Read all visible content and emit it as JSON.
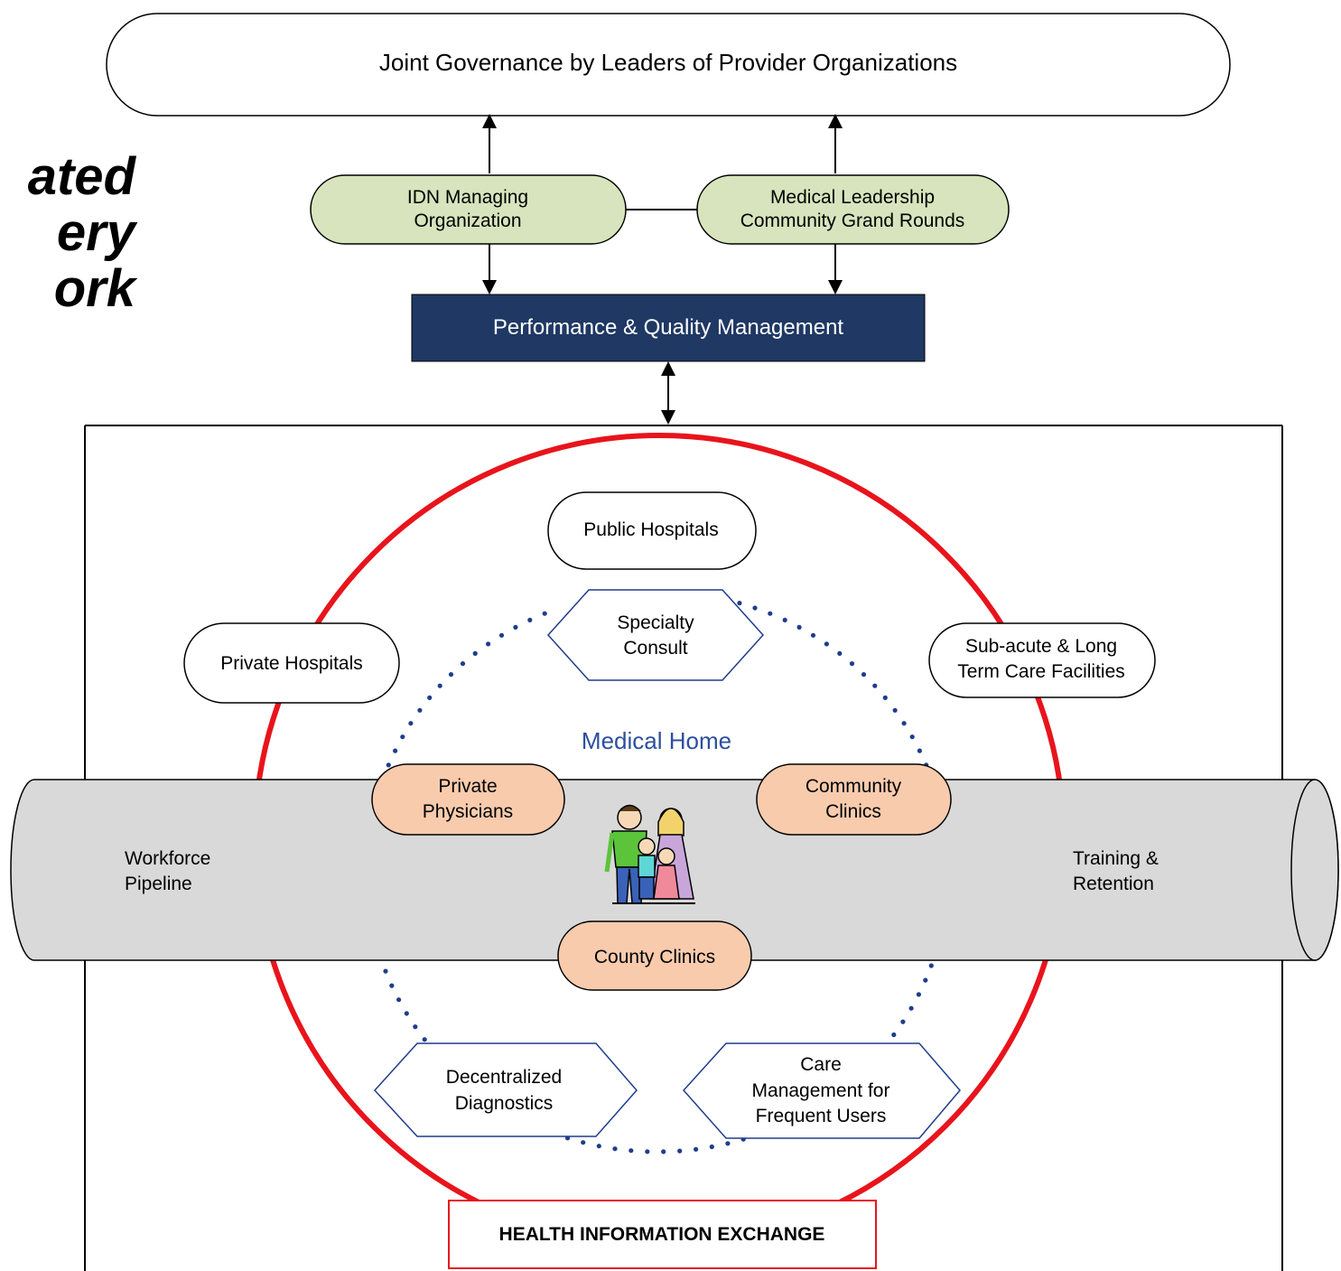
{
  "side_title": {
    "lines": [
      "ated",
      "ery",
      "ork"
    ]
  },
  "governance": {
    "label": "Joint Governance by Leaders of Provider Organizations"
  },
  "idn_org": {
    "line1": "IDN Managing",
    "line2": "Organization"
  },
  "medical_leadership": {
    "line1": "Medical Leadership",
    "line2": "Community Grand Rounds"
  },
  "performance": {
    "label": "Performance & Quality Management"
  },
  "network": {
    "public_hospitals": "Public Hospitals",
    "private_hospitals": "Private Hospitals",
    "subacute": {
      "line1": "Sub-acute & Long",
      "line2": "Term Care Facilities"
    },
    "specialty": {
      "line1": "Specialty",
      "line2": "Consult"
    },
    "medical_home": "Medical Home",
    "private_physicians": {
      "line1": "Private",
      "line2": "Physicians"
    },
    "community_clinics": {
      "line1": "Community",
      "line2": "Clinics"
    },
    "county_clinics": "County Clinics",
    "decentralized": {
      "line1": "Decentralized",
      "line2": "Diagnostics"
    },
    "care_mgmt": {
      "line1": "Care",
      "line2": "Management for",
      "line3": "Frequent Users"
    },
    "hie": "HEALTH INFORMATION EXCHANGE"
  },
  "pipeline": {
    "left": {
      "line1": "Workforce",
      "line2": "Pipeline"
    },
    "right": {
      "line1": "Training &",
      "line2": "Retention"
    }
  },
  "colors": {
    "green_fill": "#d7e4bd",
    "navy": "#1f3864",
    "orange_fill": "#f8cbad",
    "red": "#e8141c",
    "blue_dots": "#1f3d8c",
    "pipe_fill": "#d9d9d9",
    "medical_home_text": "#2e4f9e"
  }
}
